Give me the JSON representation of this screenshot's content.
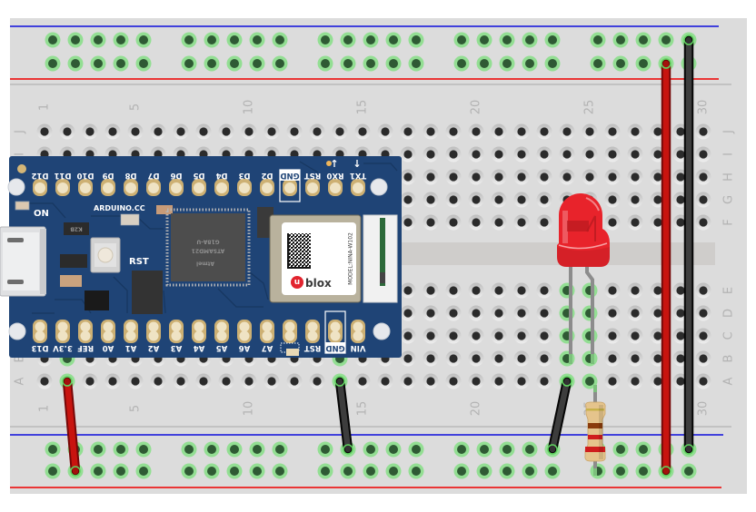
{
  "breadboard": {
    "column_count": 30,
    "rows_top": [
      "J",
      "I",
      "H",
      "G",
      "F"
    ],
    "rows_bottom": [
      "E",
      "D",
      "C",
      "B",
      "A"
    ],
    "column_labels": [
      "1",
      "5",
      "10",
      "15",
      "20",
      "25",
      "30"
    ],
    "rail_rows": [
      "top-1",
      "top-2",
      "bottom-1",
      "bottom-2"
    ],
    "rail_holes_per_row": 25,
    "rail_polarity": {
      "top-1": "negative",
      "top-2": "positive",
      "bottom-1": "negative",
      "bottom-2": "positive"
    },
    "rail_line_colors": {
      "negative": "#2b2bdc",
      "positive": "#ec1f1f"
    },
    "highlighted_columns": [
      2,
      14,
      24,
      25
    ],
    "colors": {
      "body": "#dcdcdc",
      "channel": "#cfcdcb",
      "hole": "#2b2b2b",
      "active_hole": "#2f5a34",
      "active_ring": "#93de93",
      "separator": "#b9b9b9"
    }
  },
  "arduino": {
    "top_pins": [
      "D12",
      "D11",
      "D10",
      "D9",
      "D8",
      "D7",
      "D6",
      "D5",
      "D4",
      "D3",
      "D2",
      "GND",
      "RST",
      "RX0",
      "TX1"
    ],
    "bottom_pins": [
      "D13",
      "3.3V",
      "REF",
      "A0",
      "A1",
      "A2",
      "A3",
      "A4",
      "A5",
      "A6",
      "A7",
      "",
      "RST",
      "GND",
      "VIN"
    ],
    "highlighted_pin_label": "GND",
    "silkscreen": {
      "power_led": "ON",
      "website": "ARDUINO.CC",
      "reset_button": "RST",
      "rx_arrow": "↑",
      "tx_arrow": "↓"
    },
    "regulator_marking": "K2B",
    "mcu": {
      "brand": "Atmel",
      "part": "ATSAMD21",
      "code": "G18A-U"
    },
    "module": {
      "logo_mark": "u",
      "brand": "blox",
      "model": "MODEL:NINA-W102"
    },
    "colors": {
      "pcb": "#1f4476",
      "pad": "#cdb073",
      "pad_center": "#efe3c4"
    }
  },
  "components": {
    "led": {
      "color": "red",
      "body_color": "#e8232b",
      "anode": "B25",
      "cathode": "B24"
    },
    "resistor": {
      "from": "A25",
      "to": "bottom-2:21",
      "bands": [
        "red",
        "red",
        "brown",
        "gold"
      ],
      "band_colors": [
        "#cf1d1d",
        "#cf1d1d",
        "#8a3b0c",
        "#c8b24a"
      ]
    }
  },
  "wires": [
    {
      "color": "red",
      "from": "top-2:24",
      "to": "bottom-2:24"
    },
    {
      "color": "black",
      "from": "top-1:25",
      "to": "bottom-1:25"
    },
    {
      "color": "red",
      "from": "A2",
      "to": "bottom-2:2"
    },
    {
      "color": "black",
      "from": "A14",
      "to": "bottom-1:12"
    },
    {
      "color": "black",
      "from": "A24",
      "to": "bottom-1:20"
    }
  ],
  "wire_colors": {
    "red": {
      "core": "#c8140f",
      "edge": "#760808"
    },
    "black": {
      "core": "#3d3d3d",
      "edge": "#050505"
    }
  }
}
